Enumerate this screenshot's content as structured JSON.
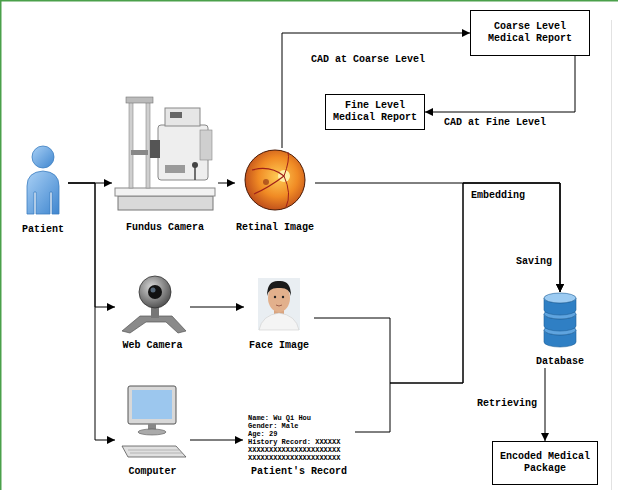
{
  "diagram": {
    "nodes": [
      {
        "text": [
          "Patient"
        ]
      },
      {
        "text": [
          "Coarse Level Medical Report"
        ]
      },
      {
        "text": [
          "Fine Level Medical Report"
        ]
      },
      {
        "text": [
          "Fundus Camera"
        ]
      },
      {
        "text": [
          "Retinal Image"
        ]
      },
      {
        "text": [
          "Web Camera"
        ]
      },
      {
        "text": [
          "Face Image"
        ]
      },
      {
        "text": [
          "Database"
        ]
      },
      {
        "text": [
          "Computer"
        ]
      },
      {
        "text": [
          "Name: Wu Qi Hou",
          "Gender: Male",
          "Age: 29",
          "History Record: XXXXXX XXXXXXXXXXXXXXXXXXXXXX XXXXXXXXXXXXXXXXXXXXXX",
          "Patient's Record"
        ]
      },
      {
        "text": [
          "Encoded Medical Package"
        ]
      }
    ],
    "edges": [
      {
        "from": 0,
        "to": 3,
        "arrow": "to"
      },
      {
        "from": 0,
        "to": 5,
        "arrow": "to"
      },
      {
        "from": 0,
        "to": 8,
        "arrow": "to"
      },
      {
        "from": 3,
        "to": 4,
        "arrow": "to"
      },
      {
        "from": 4,
        "to": 1,
        "label": "CAD at Coarse Level",
        "arrow": "to"
      },
      {
        "from": 1,
        "to": 2,
        "label": "CAD at Fine Level",
        "arrow": "to"
      },
      {
        "from": 4,
        "to": 7,
        "label": "Saving",
        "arrow": "to"
      },
      {
        "from": 5,
        "to": 6,
        "arrow": "to"
      },
      {
        "from": 6,
        "to": 7,
        "label": "Embedding",
        "arrow": "to"
      },
      {
        "from": 8,
        "to": 9,
        "arrow": "to"
      },
      {
        "from": 9,
        "to": 7,
        "arrow": "to"
      },
      {
        "from": 7,
        "to": 10,
        "label": "Retrieving",
        "arrow": "to"
      }
    ]
  }
}
